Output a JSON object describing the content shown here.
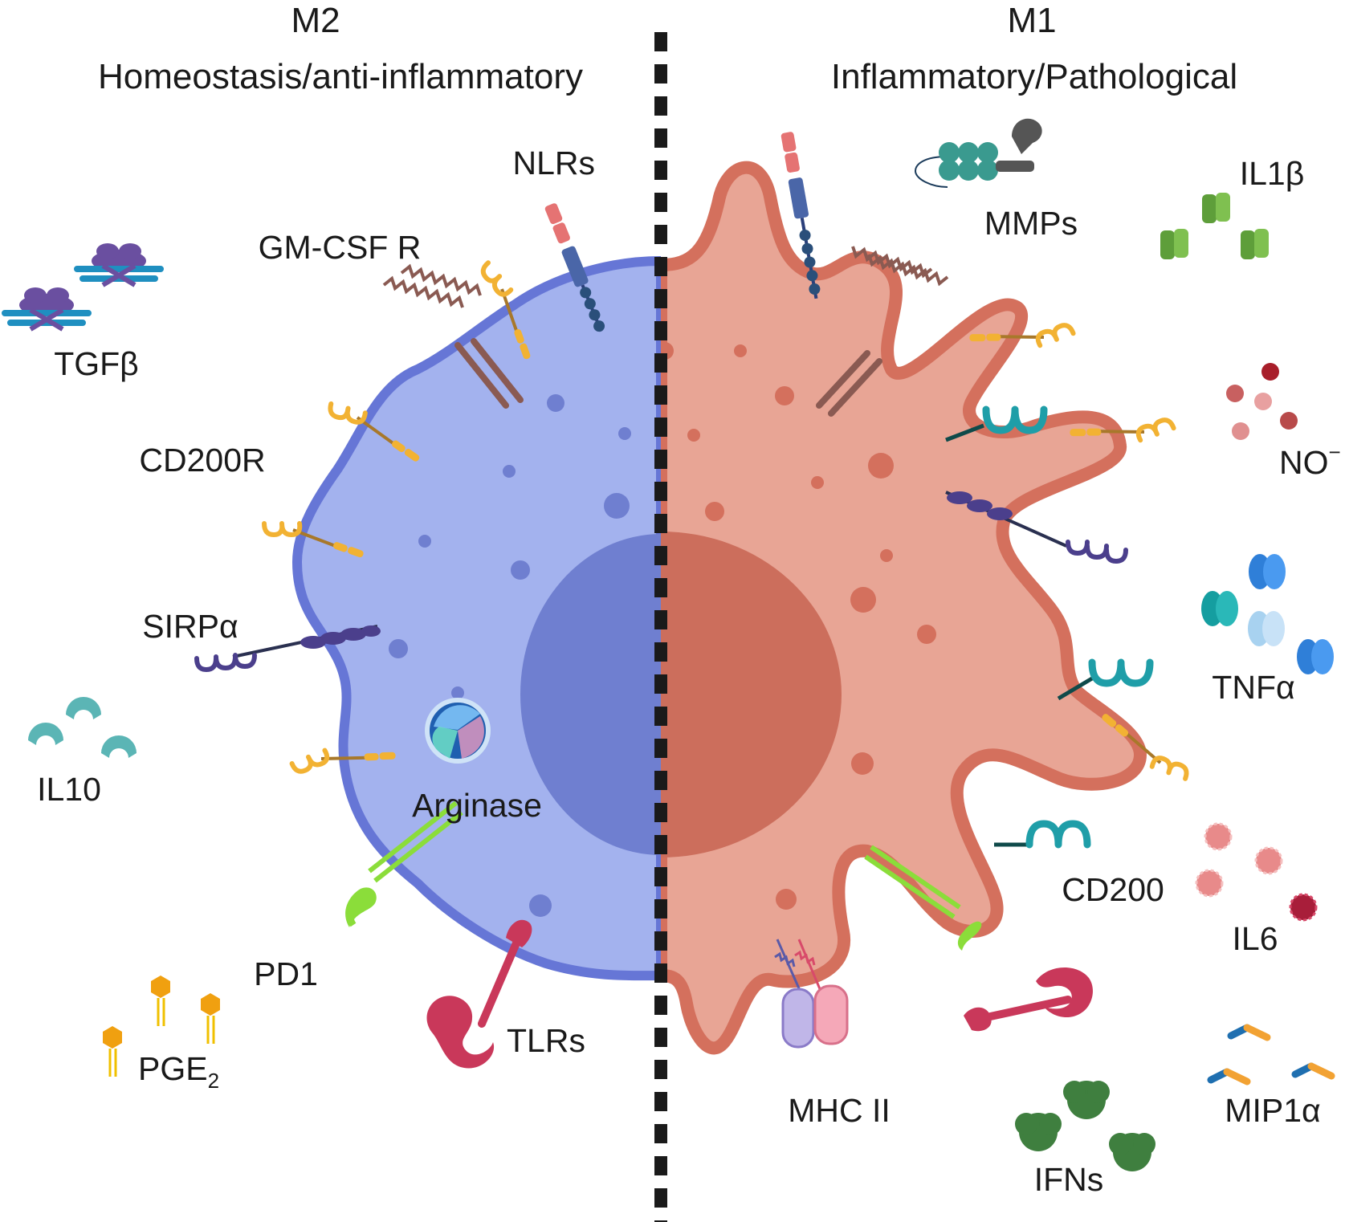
{
  "left": {
    "title": "M2",
    "subtitle": "Homeostasis/anti-inflammatory",
    "body_color": "#a3b2ee",
    "membrane_color": "#6676d6",
    "nucleus_color": "#6f7fd0"
  },
  "right": {
    "title": "M1",
    "subtitle": "Inflammatory/Pathological",
    "body_color": "#e8a595",
    "membrane_color": "#d4705d",
    "nucleus_color": "#cc6e5c"
  },
  "labels": {
    "nlrs": "NLRs",
    "gmcsfr": "GM-CSF R",
    "tgfb": "TGFβ",
    "cd200r": "CD200R",
    "sirpa": "SIRPα",
    "il10": "IL10",
    "arginase": "Arginase",
    "pd1": "PD1",
    "pge2_base": "PGE",
    "pge2_sub": "2",
    "tlrs": "TLRs",
    "mmps": "MMPs",
    "il1b": "IL1β",
    "no_base": "NO",
    "no_sup": "−",
    "tnfa": "TNFα",
    "cd200": "CD200",
    "il6": "IL6",
    "mhcii": "MHC II",
    "ifns": "IFNs",
    "mip1a": "MIP1α"
  },
  "colors": {
    "divider": "#1a1a1a",
    "receptor_yellow": "#f2b233",
    "receptor_teal": "#1f9ea8",
    "sirp_purple": "#4b3f8c",
    "gm_brown": "#8a5a52",
    "nlr_blue": "#4a66a8",
    "nlr_pink": "#e57373",
    "pd1_green": "#8bdd3a",
    "tlr_red": "#c9385a",
    "tgfb_purple": "#6a4fa0",
    "tgfb_blue": "#1f8fc0",
    "il10_teal": "#5bb5b5",
    "il1b_green": "#5e9e3a",
    "no_red": "#b84a4a",
    "tnfa_blue": "#2f7fd8",
    "tnfa_teal": "#159ea0",
    "il6_pink": "#e88a8a",
    "ifn_green": "#3f7f3f",
    "mip_blue": "#1f6fb0",
    "mip_orange": "#f2a233",
    "pge2_orange": "#f0a010",
    "mmp_teal": "#3a9a8f",
    "mmp_gray": "#555555"
  }
}
